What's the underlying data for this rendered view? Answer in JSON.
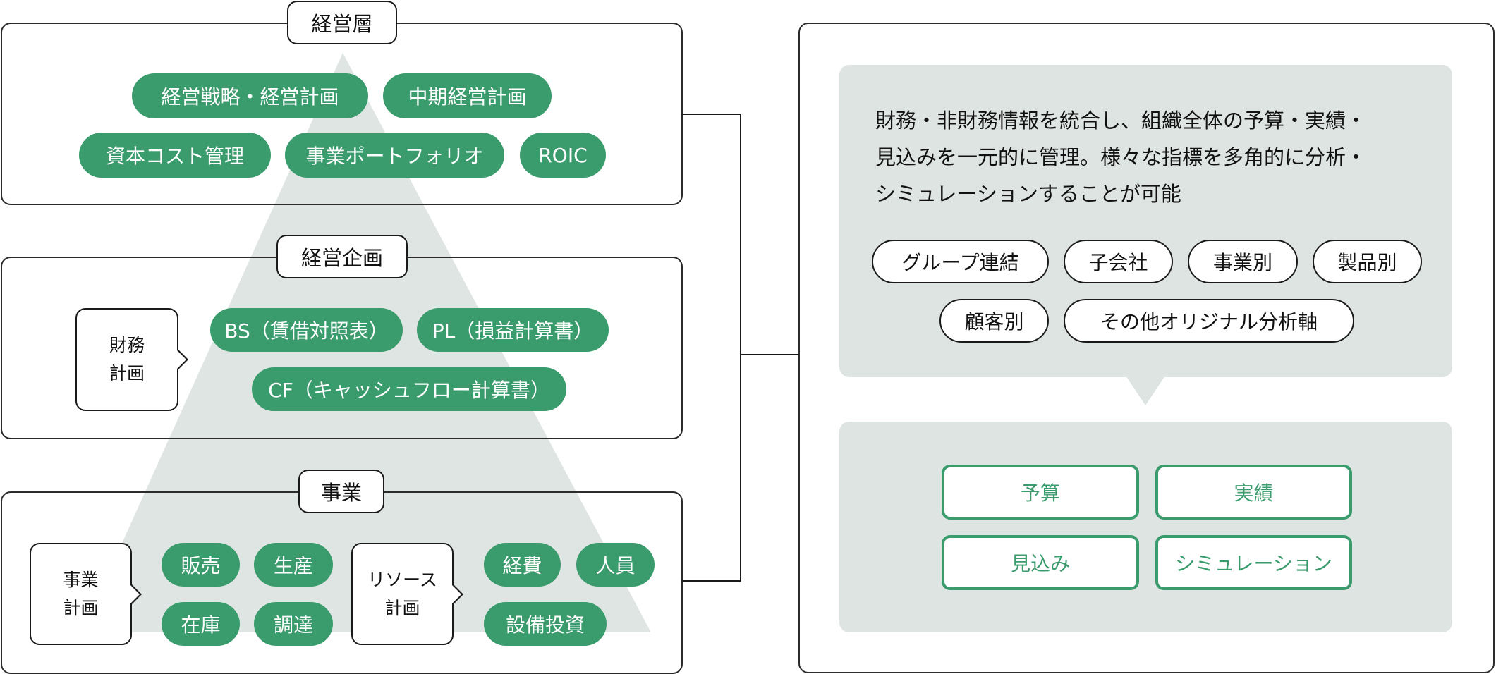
{
  "colors": {
    "accent_green": "#3a9b6d",
    "panel_gray": "#dde4e1",
    "pyramid_gray": "#dfe5e2",
    "stroke": "#1a1a1a"
  },
  "layers": {
    "management": {
      "title": "経営層",
      "items": [
        "経営戦略・経営計画",
        "中期経営計画",
        "資本コスト管理",
        "事業ポートフォリオ",
        "ROIC"
      ]
    },
    "planning": {
      "title": "経営企画",
      "callout": {
        "line1": "財務",
        "line2": "計画"
      },
      "items": [
        "BS（賃借対照表）",
        "PL（損益計算書）",
        "CF（キャッシュフロー計算書）"
      ]
    },
    "business": {
      "title": "事業",
      "callout_business": {
        "line1": "事業",
        "line2": "計画"
      },
      "business_items": [
        "販売",
        "生産",
        "在庫",
        "調達"
      ],
      "callout_resource": {
        "line1": "リソース",
        "line2": "計画"
      },
      "resource_items": [
        "経費",
        "人員",
        "設備投資"
      ]
    }
  },
  "right_panel": {
    "description": [
      "財務・非財務情報を統合し、組織全体の予算・実績・",
      "見込みを一元的に管理。様々な指標を多角的に分析・",
      "シミュレーションすることが可能"
    ],
    "axes": [
      "グループ連結",
      "子会社",
      "事業別",
      "製品別",
      "顧客別",
      "その他オリジナル分析軸"
    ],
    "functions": [
      "予算",
      "実績",
      "見込み",
      "シミュレーション"
    ]
  }
}
